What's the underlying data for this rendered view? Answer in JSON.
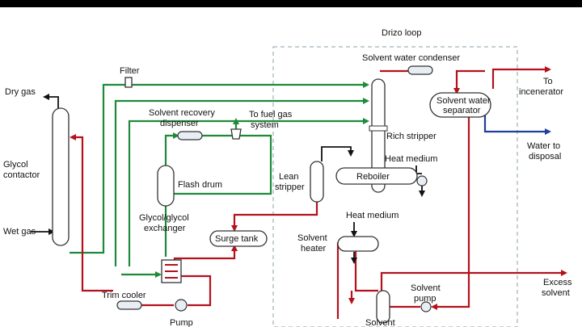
{
  "boundary": {
    "label": "Drizo loop"
  },
  "equipment": {
    "glycol_contactor": {
      "lines": [
        "Glycol",
        "contactor"
      ]
    },
    "flash_drum": "Flash drum",
    "surge_tank": "Surge tank",
    "exchanger": {
      "lines": [
        "Glycol/glycol",
        "exchanger"
      ]
    },
    "trim_cooler": "Trim cooler",
    "pump": "Pump",
    "filter": "Filter",
    "recovery_dispenser": {
      "lines": [
        "Solvent recovery",
        "dispenser"
      ]
    },
    "condenser": "Solvent water condenser",
    "rich_stripper": "Rich stripper",
    "lean_stripper": {
      "lines": [
        "Lean",
        "stripper"
      ]
    },
    "reboiler": "Reboiler",
    "separator": {
      "lines": [
        "Solvent water",
        "separator"
      ]
    },
    "solvent_heater": {
      "lines": [
        "Solvent",
        "heater"
      ]
    },
    "solvent_pump": {
      "lines": [
        "Solvent",
        "pump"
      ]
    },
    "solvent_vessel": "Solvent"
  },
  "streams": {
    "dry_gas": "Dry gas",
    "wet_gas": "Wet gas",
    "fuel_gas": {
      "lines": [
        "To fuel gas",
        "system"
      ]
    },
    "heat_medium_top": "Heat medium",
    "heat_medium_mid": "Heat medium",
    "incinerator": {
      "lines": [
        "To",
        "incenerator"
      ]
    },
    "water_disposal": {
      "lines": [
        "Water to",
        "disposal"
      ]
    },
    "excess_solvent": {
      "lines": [
        "Excess",
        "solvent"
      ]
    }
  },
  "colors": {
    "glycol_lean": "#1e8a3a",
    "glycol_rich": "#b3121c",
    "water": "#1f3f9a",
    "header_rule": "#000000"
  }
}
